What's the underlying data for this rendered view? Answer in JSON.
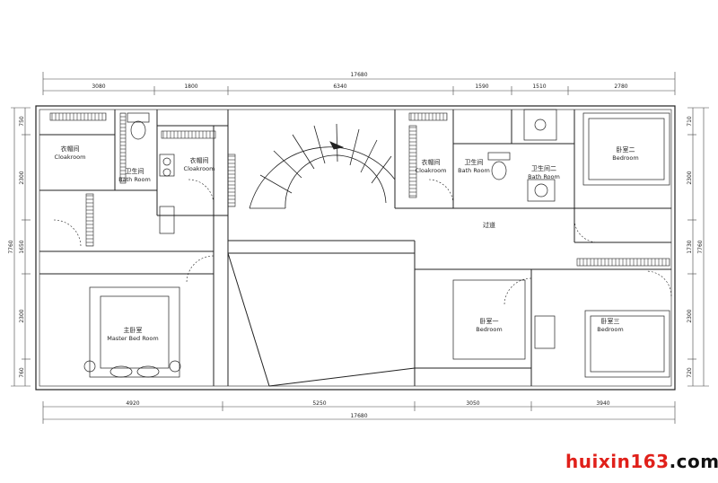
{
  "overall_dim_top": "17680",
  "overall_dim_bottom": "17680",
  "top_dims": [
    "3080",
    "1800",
    "6340",
    "1590",
    "1510",
    "2780"
  ],
  "bottom_dims": [
    "4920",
    "5250",
    "3050",
    "3940"
  ],
  "left_dims": [
    "750",
    "2300",
    "1650",
    "2300",
    "760"
  ],
  "left_total": "7760",
  "right_dims": [
    "710",
    "2300",
    "1730",
    "2300",
    "720"
  ],
  "right_total": "7760",
  "rooms": {
    "cloak1_cn": "衣帽间",
    "cloak1_en": "Cloakroom",
    "bath1_cn": "卫生间",
    "bath1_en": "Bath Room",
    "cloak2_cn": "衣帽间",
    "cloak2_en": "Cloakroom",
    "master_cn": "主卧室",
    "master_en": "Master Bed Room",
    "cloak3_cn": "衣帽间",
    "cloak3_en": "Cloakroom",
    "bath2_cn": "卫生间",
    "bath2_en": "Bath Room",
    "bath3_cn": "卫生间二",
    "bath3_en": "Bath Room",
    "bed2_cn": "卧室二",
    "bed2_en": "Bedroom",
    "corridor_cn": "过道",
    "bed1_cn": "卧室一",
    "bed1_en": "Bedroom",
    "bed3_cn": "卧室三",
    "bed3_en": "Bedroom"
  },
  "watermark": {
    "main": "huixin163",
    "suffix": ".com",
    "color": "#e0201a"
  }
}
